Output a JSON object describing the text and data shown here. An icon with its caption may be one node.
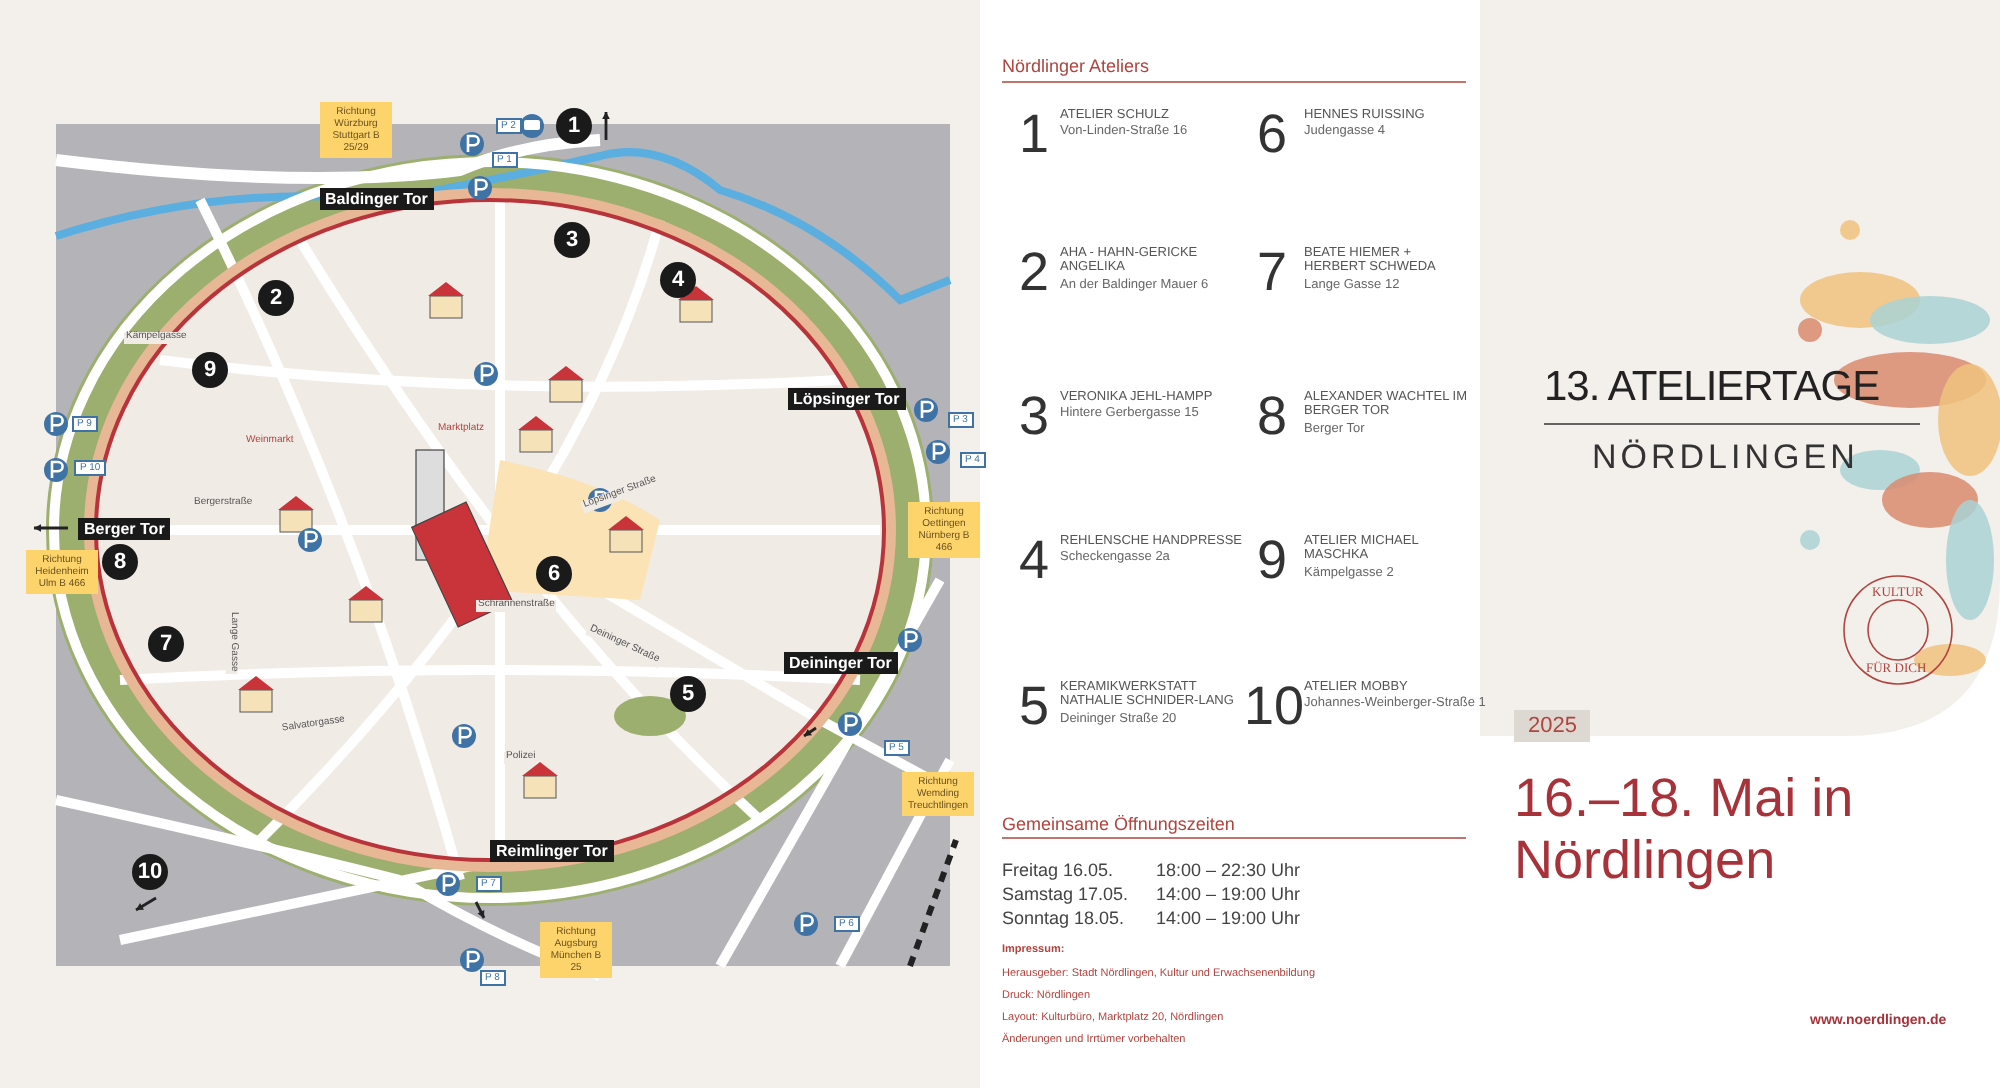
{
  "diagram": {
    "title": "13. ATELIERTAGE",
    "nodes": [
      {
        "text": [
          "1"
        ]
      },
      {
        "text": [
          "2"
        ]
      },
      {
        "text": [
          "3"
        ]
      },
      {
        "text": [
          "4"
        ]
      },
      {
        "text": [
          "5"
        ]
      },
      {
        "text": [
          "6"
        ]
      },
      {
        "text": [
          "7"
        ]
      },
      {
        "text": [
          "8"
        ]
      },
      {
        "text": [
          "9"
        ]
      },
      {
        "text": [
          "10"
        ]
      },
      {
        "text": [
          "Baldinger Tor"
        ]
      },
      {
        "text": [
          "Löpsinger Tor"
        ]
      },
      {
        "text": [
          "Berger Tor"
        ]
      },
      {
        "text": [
          "Deininger Tor"
        ]
      },
      {
        "text": [
          "Reimlinger Tor"
        ]
      },
      {
        "text": [
          "Richtung Würzburg Stuttgart B 25/29"
        ]
      },
      {
        "text": [
          "Richtung Oettingen Nürnberg B 466"
        ]
      },
      {
        "text": [
          "Richtung Heidenheim Ulm B 466"
        ]
      },
      {
        "text": [
          "Richtung Wemding Treuchtlingen"
        ]
      },
      {
        "text": [
          "Richtung Augsburg München B 25"
        ]
      },
      {
        "text": [
          "P 1"
        ]
      },
      {
        "text": [
          "P 2"
        ]
      },
      {
        "text": [
          "P 3"
        ]
      },
      {
        "text": [
          "P 4"
        ]
      },
      {
        "text": [
          "P 5"
        ]
      },
      {
        "text": [
          "P 6"
        ]
      },
      {
        "text": [
          "P 7"
        ]
      },
      {
        "text": [
          "P 8"
        ]
      },
      {
        "text": [
          "P 9"
        ]
      },
      {
        "text": [
          "P 10"
        ]
      },
      {
        "text": [
          "2025"
        ]
      }
    ],
    "labels": [
      "Nördlinger Ateliers",
      "1",
      "ATELIER SCHULZ",
      "Von-Linden-Straße 16",
      "6",
      "HENNES RUISSING",
      "Judengasse 4",
      "2",
      "AHA - HAHN-GERICKE ANGELIKA",
      "An der Baldinger Mauer 6",
      "7",
      "BEATE HIEMER + HERBERT SCHWEDA",
      "Lange Gasse 12",
      "3",
      "VERONIKA JEHL-HAMPP",
      "Hintere Gerbergasse 15",
      "8",
      "ALEXANDER WACHTEL IM BERGER TOR",
      "Berger Tor",
      "4",
      "REHLENSCHE HANDPRESSE",
      "Scheckengasse 2a",
      "9",
      "ATELIER MICHAEL MASCHKA",
      "Kämpelgasse 2",
      "5",
      "KERAMIKWERKSTATT NATHALIE SCHNIDER-LANG",
      "Deininger Straße 20",
      "10",
      "ATELIER MOBBY",
      "Johannes-Weinberger-Straße 1",
      "Gemeinsame Öffnungszeiten",
      "Freitag 16.05.",
      "18:00 – 22:30 Uhr",
      "Samstag 17.05.",
      "14:00 – 19:00 Uhr",
      "Sonntag 18.05.",
      "14:00 – 19:00 Uhr",
      "Impressum:",
      "Herausgeber: Stadt Nördlingen, Kultur und Erwachsenenbildung",
      "Druck: Nördlingen",
      "Layout: Kulturbüro, Marktplatz 20, Nördlingen",
      "Änderungen und Irrtümer vorbehalten",
      "NÖRDLINGEN",
      "KULTUR",
      "FÜR DICH",
      "16.–18. Mai in Nördlingen",
      "www.noerdlingen.de",
      "Kämpelgasse",
      "Weinmarkt",
      "Bergerstraße",
      "Marktplatz",
      "Löpsinger Straße",
      "Schrannenstraße",
      "Deininger Straße",
      "Lange Gasse",
      "Salvatorgasse",
      "Polizei"
    ]
  }
}
